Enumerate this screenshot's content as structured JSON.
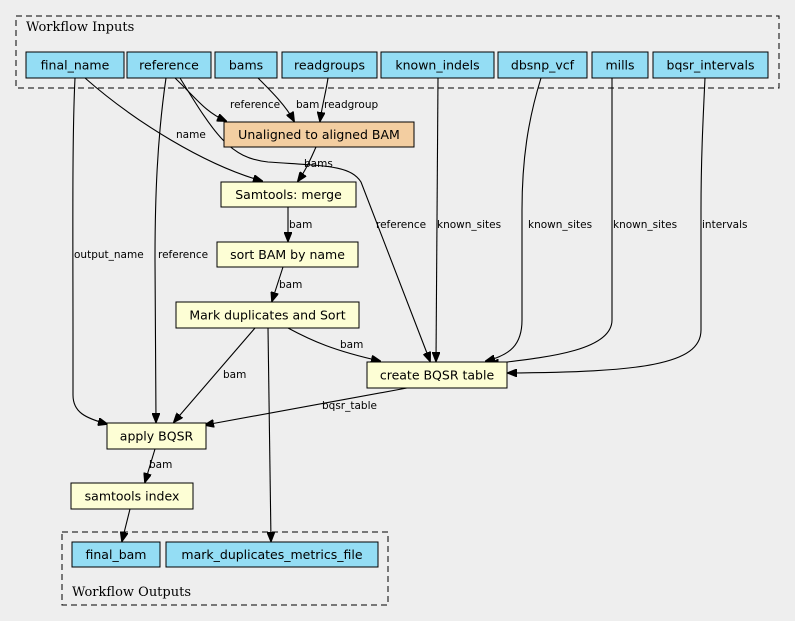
{
  "colors": {
    "background": "#eeeeee",
    "input_fill": "#94ddf4",
    "output_fill": "#94ddf4",
    "step_fill": "#fdfed5",
    "subworkflow_fill": "#f3cea1"
  },
  "clusters": {
    "inputs_label": "Workflow Inputs",
    "outputs_label": "Workflow Outputs"
  },
  "inputs": [
    {
      "id": "final_name",
      "label": "final_name"
    },
    {
      "id": "reference",
      "label": "reference"
    },
    {
      "id": "bams",
      "label": "bams"
    },
    {
      "id": "readgroups",
      "label": "readgroups"
    },
    {
      "id": "known_indels",
      "label": "known_indels"
    },
    {
      "id": "dbsnp_vcf",
      "label": "dbsnp_vcf"
    },
    {
      "id": "mills",
      "label": "mills"
    },
    {
      "id": "bqsr_intervals",
      "label": "bqsr_intervals"
    }
  ],
  "steps": [
    {
      "id": "align",
      "label": "Unaligned to aligned BAM",
      "kind": "subworkflow"
    },
    {
      "id": "merge",
      "label": "Samtools: merge",
      "kind": "step"
    },
    {
      "id": "name_sort",
      "label": "sort BAM by name",
      "kind": "step"
    },
    {
      "id": "mark_dup",
      "label": "Mark duplicates and Sort",
      "kind": "step"
    },
    {
      "id": "bqsr_table",
      "label": "create BQSR table",
      "kind": "step"
    },
    {
      "id": "apply_bqsr",
      "label": "apply BQSR",
      "kind": "step"
    },
    {
      "id": "index",
      "label": "samtools index",
      "kind": "step"
    }
  ],
  "outputs": [
    {
      "id": "final_bam",
      "label": "final_bam"
    },
    {
      "id": "mark_duplicates_metrics_file",
      "label": "mark_duplicates_metrics_file"
    }
  ],
  "edges": [
    {
      "from": "reference",
      "to": "align",
      "label": "reference"
    },
    {
      "from": "bams",
      "to": "align",
      "label": "bam"
    },
    {
      "from": "readgroups",
      "to": "align",
      "label": "readgroup"
    },
    {
      "from": "final_name",
      "to": "merge",
      "label": "name"
    },
    {
      "from": "align",
      "to": "merge",
      "label": "bams"
    },
    {
      "from": "merge",
      "to": "name_sort",
      "label": "bam"
    },
    {
      "from": "name_sort",
      "to": "mark_dup",
      "label": "bam"
    },
    {
      "from": "reference",
      "to": "bqsr_table",
      "label": "reference"
    },
    {
      "from": "known_indels",
      "to": "bqsr_table",
      "label": "known_sites"
    },
    {
      "from": "dbsnp_vcf",
      "to": "bqsr_table",
      "label": "known_sites"
    },
    {
      "from": "mills",
      "to": "bqsr_table",
      "label": "known_sites"
    },
    {
      "from": "bqsr_intervals",
      "to": "bqsr_table",
      "label": "intervals"
    },
    {
      "from": "mark_dup",
      "to": "bqsr_table",
      "label": "bam"
    },
    {
      "from": "final_name",
      "to": "apply_bqsr",
      "label": "output_name"
    },
    {
      "from": "reference",
      "to": "apply_bqsr",
      "label": "reference"
    },
    {
      "from": "mark_dup",
      "to": "apply_bqsr",
      "label": "bam"
    },
    {
      "from": "bqsr_table",
      "to": "apply_bqsr",
      "label": "bqsr_table"
    },
    {
      "from": "apply_bqsr",
      "to": "index",
      "label": "bam"
    },
    {
      "from": "index",
      "to": "final_bam",
      "label": ""
    },
    {
      "from": "mark_dup",
      "to": "mark_duplicates_metrics_file",
      "label": ""
    }
  ]
}
